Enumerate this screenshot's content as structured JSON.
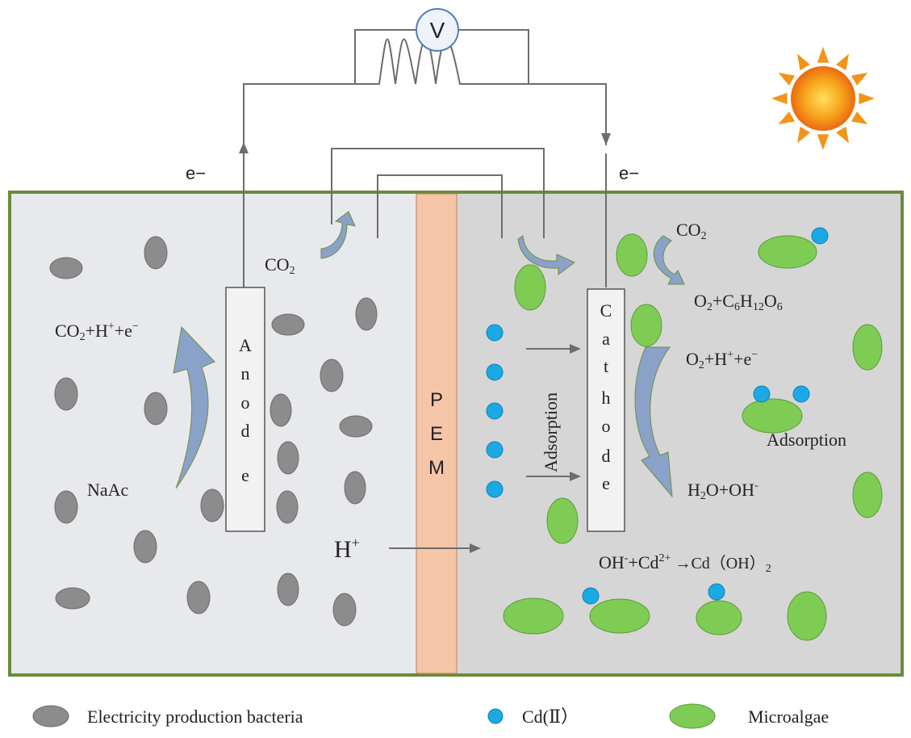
{
  "circuit": {
    "voltmeter": "V",
    "electron_left": "e−",
    "electron_right": "e−"
  },
  "anode": {
    "letters": [
      "A",
      "n",
      "o",
      "d",
      "e"
    ]
  },
  "cathode": {
    "letters": [
      "C",
      "a",
      "t",
      "h",
      "o",
      "d",
      "e"
    ]
  },
  "pem": {
    "letters": [
      "P",
      "E",
      "M"
    ]
  },
  "labels": {
    "co2_anode": {
      "main": "CO",
      "sub": "2"
    },
    "anode_reaction": [
      "CO",
      "2",
      "+H",
      "+",
      "+e",
      "−"
    ],
    "naac": "NaAc",
    "proton": {
      "main": "H",
      "sup": "+"
    },
    "adsorption_vertical": "Adsorption",
    "adsorption_right": "Adsorption",
    "co2_cathode": {
      "main": "CO",
      "sub": "2"
    },
    "photosynthesis": [
      "O",
      "2",
      "+C",
      "6",
      "H",
      "12",
      "O",
      "6"
    ],
    "cathode_input": [
      "O",
      "2",
      "+H",
      "+",
      "+e",
      "−"
    ],
    "cathode_output": [
      "H",
      "2",
      "O+OH",
      "-"
    ],
    "precipitation": [
      "OH",
      "-",
      "+Cd",
      "2+",
      " →Cd（OH）",
      "2"
    ]
  },
  "legend": {
    "bacteria": "Electricity production bacteria",
    "cd": "Cd(Ⅱ）",
    "microalgae": "Microalgae"
  },
  "colors": {
    "chamber_border": "#6a8c3a",
    "anode_chamber": "#e8e9ec",
    "cathode_chamber": "#d6d6d6",
    "pem": "#f5c5a8",
    "bacteria": "#8c8c8c",
    "algae": "#7fcc55",
    "cd": "#1ba9e6",
    "flow_arrow": "#8aa2c8",
    "sun": "#f29418"
  }
}
